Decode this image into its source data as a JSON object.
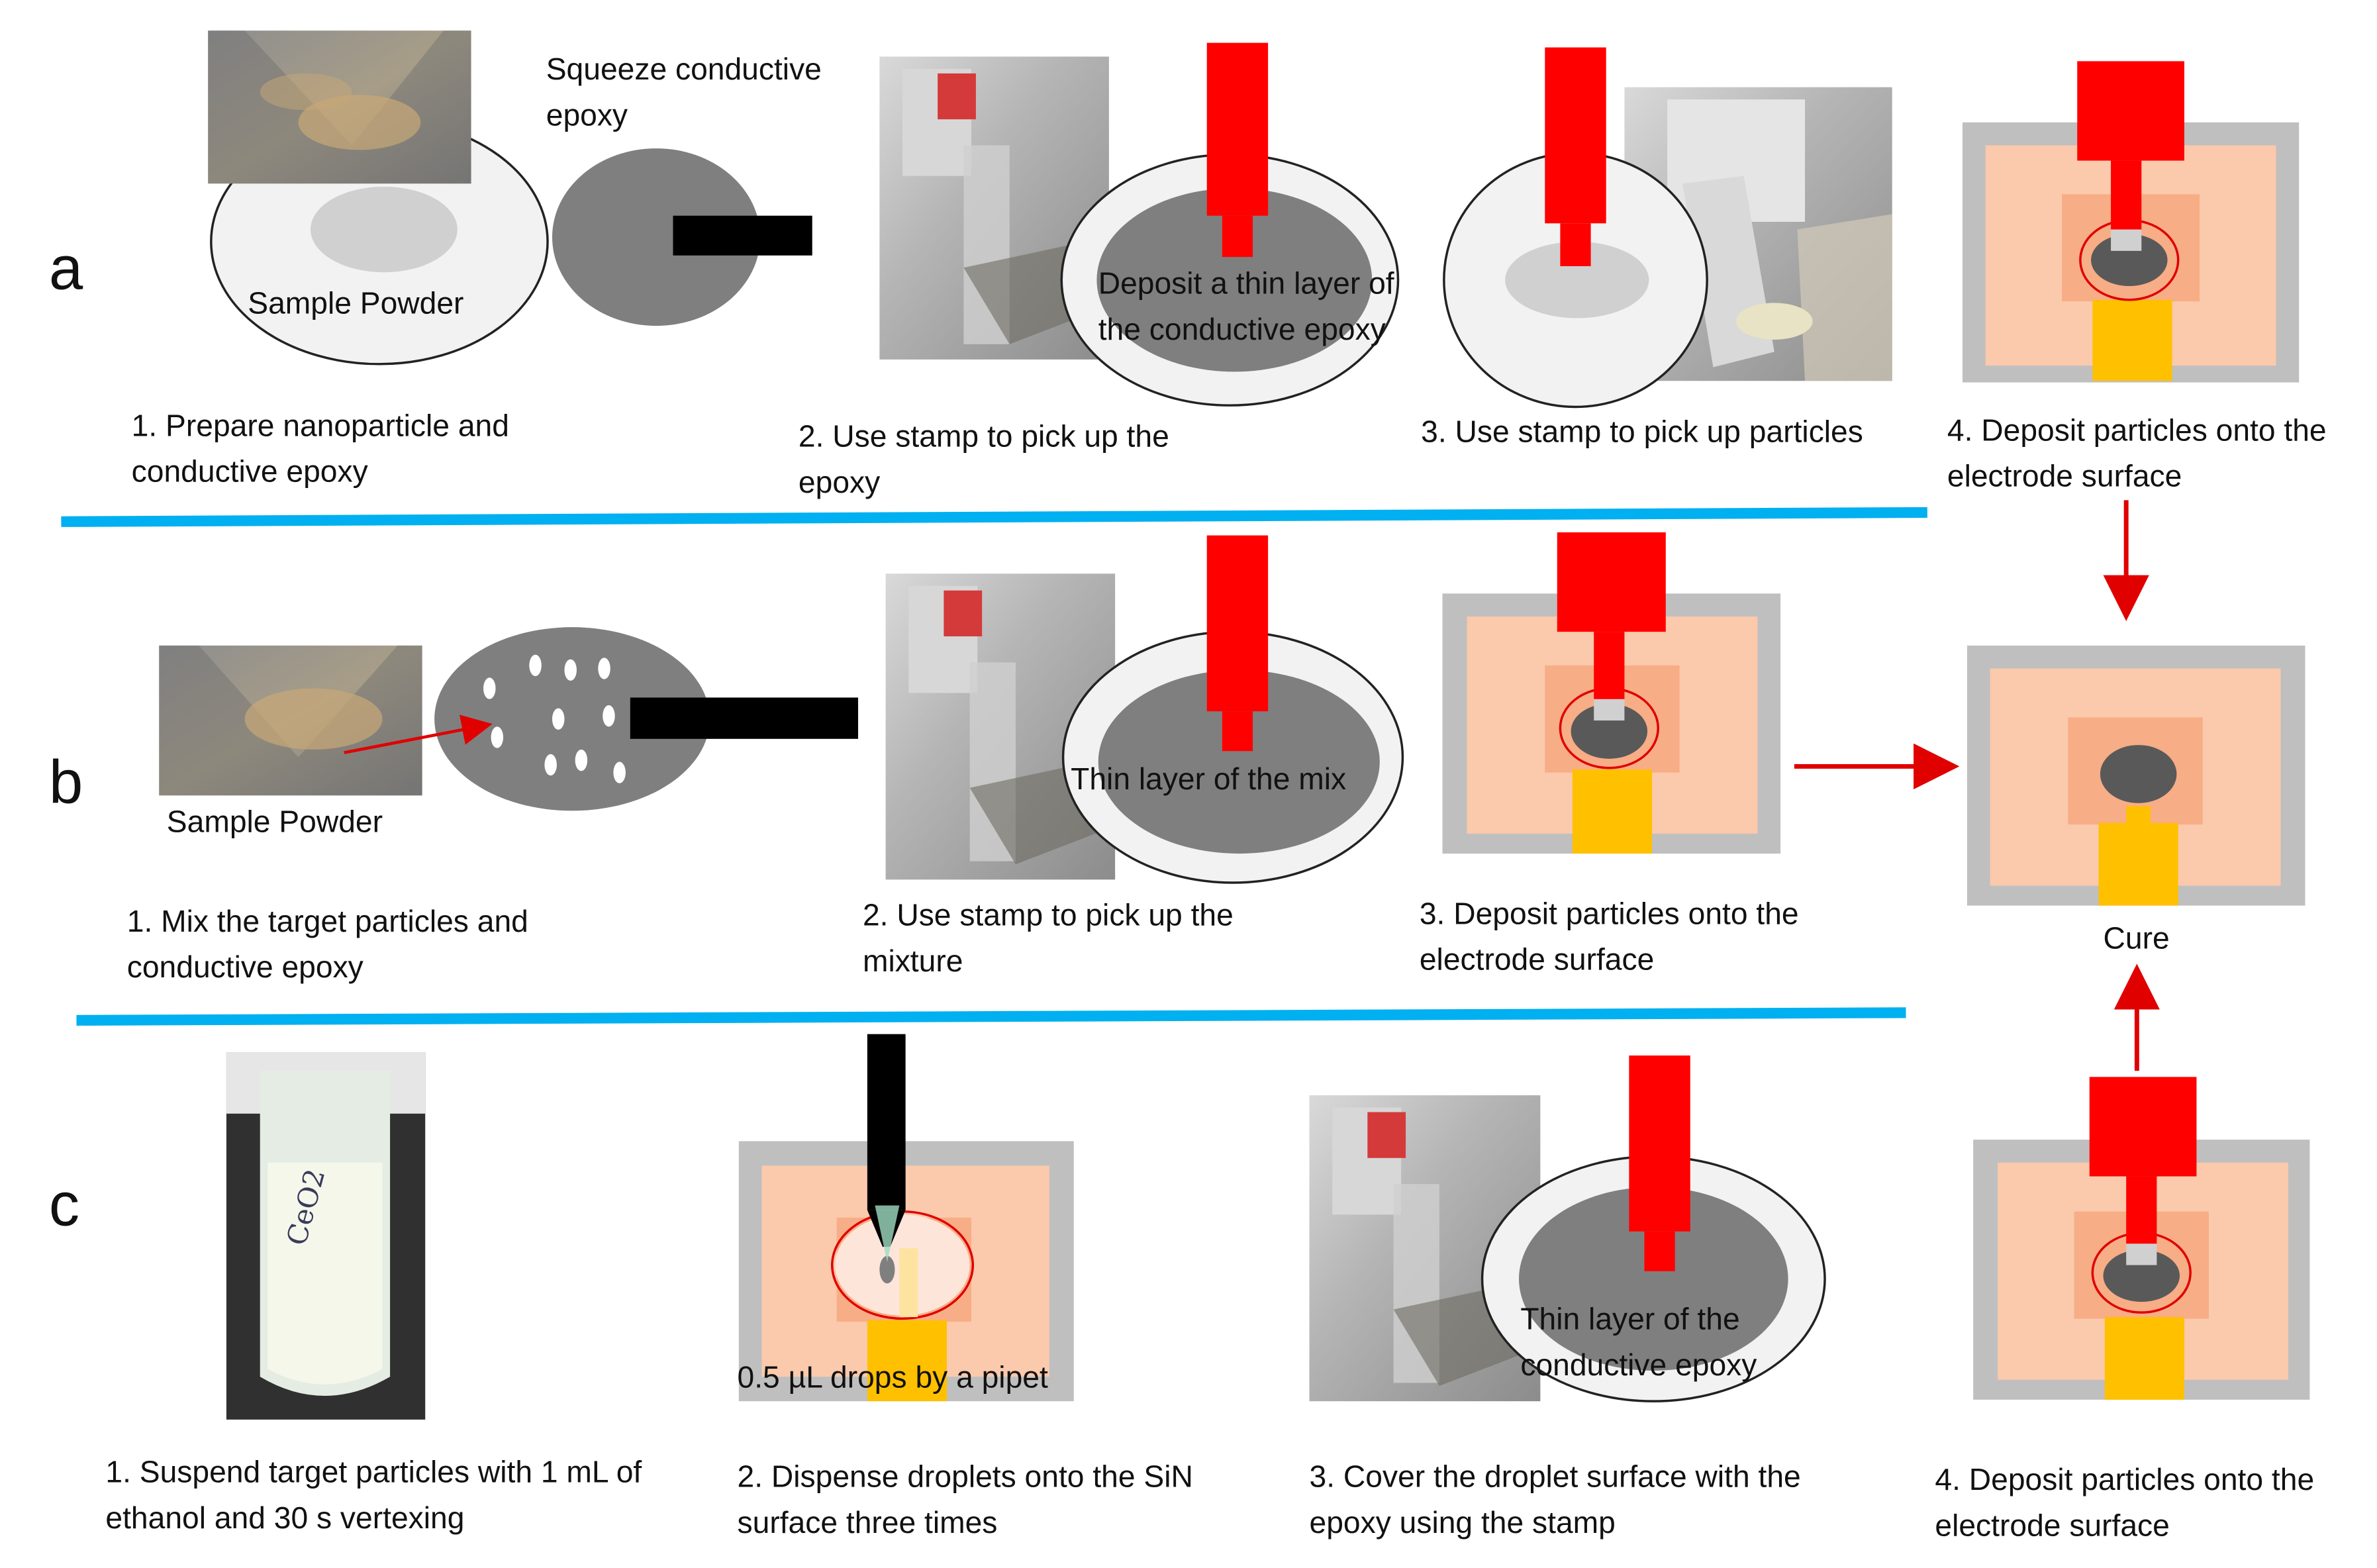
{
  "rows": {
    "a": {
      "label": "a",
      "powder_label": "Sample Powder",
      "squeeze_text": "Squeeze conductive epoxy",
      "stamp_text": "Deposit a thin layer of the conductive epoxy",
      "steps": [
        "1. Prepare nanoparticle and conductive epoxy",
        "2. Use stamp to pick up the epoxy",
        "3. Use stamp to pick up particles",
        "4. Deposit particles onto the electrode surface"
      ]
    },
    "b": {
      "label": "b",
      "powder_label": "Sample Powder",
      "stamp_text": "Thin layer of the mix",
      "steps": [
        "1. Mix the target particles and conductive epoxy",
        "2. Use stamp to pick up the mixture",
        "3. Deposit particles onto the electrode surface"
      ]
    },
    "c": {
      "label": "c",
      "tube_text": "CeO2",
      "pipet_text": "0.5 µL drops by a pipet",
      "stamp_text": "Thin layer of the conductive epoxy",
      "steps": [
        "1. Suspend  target particles with 1 mL of ethanol and 30 s vertexing",
        "2. Dispense droplets onto the SiN surface three times",
        "3. Cover the droplet surface with the epoxy using the stamp",
        "4. Deposit particles onto the electrode surface"
      ]
    }
  },
  "cure_label": "Cure",
  "colors": {
    "stamp": "#ff0000",
    "divider": "#00b0f0",
    "frame": "#bfbfbf",
    "pad": "#fbc9ac",
    "pad_inner": "#f7ad86",
    "electrode": "#ffc000",
    "epoxy": "#7f7f7f",
    "epoxy_dark": "#595959",
    "plate": "#f2f2f2",
    "photo_bg": "#8a8a8a",
    "powder": "#c8a878"
  }
}
